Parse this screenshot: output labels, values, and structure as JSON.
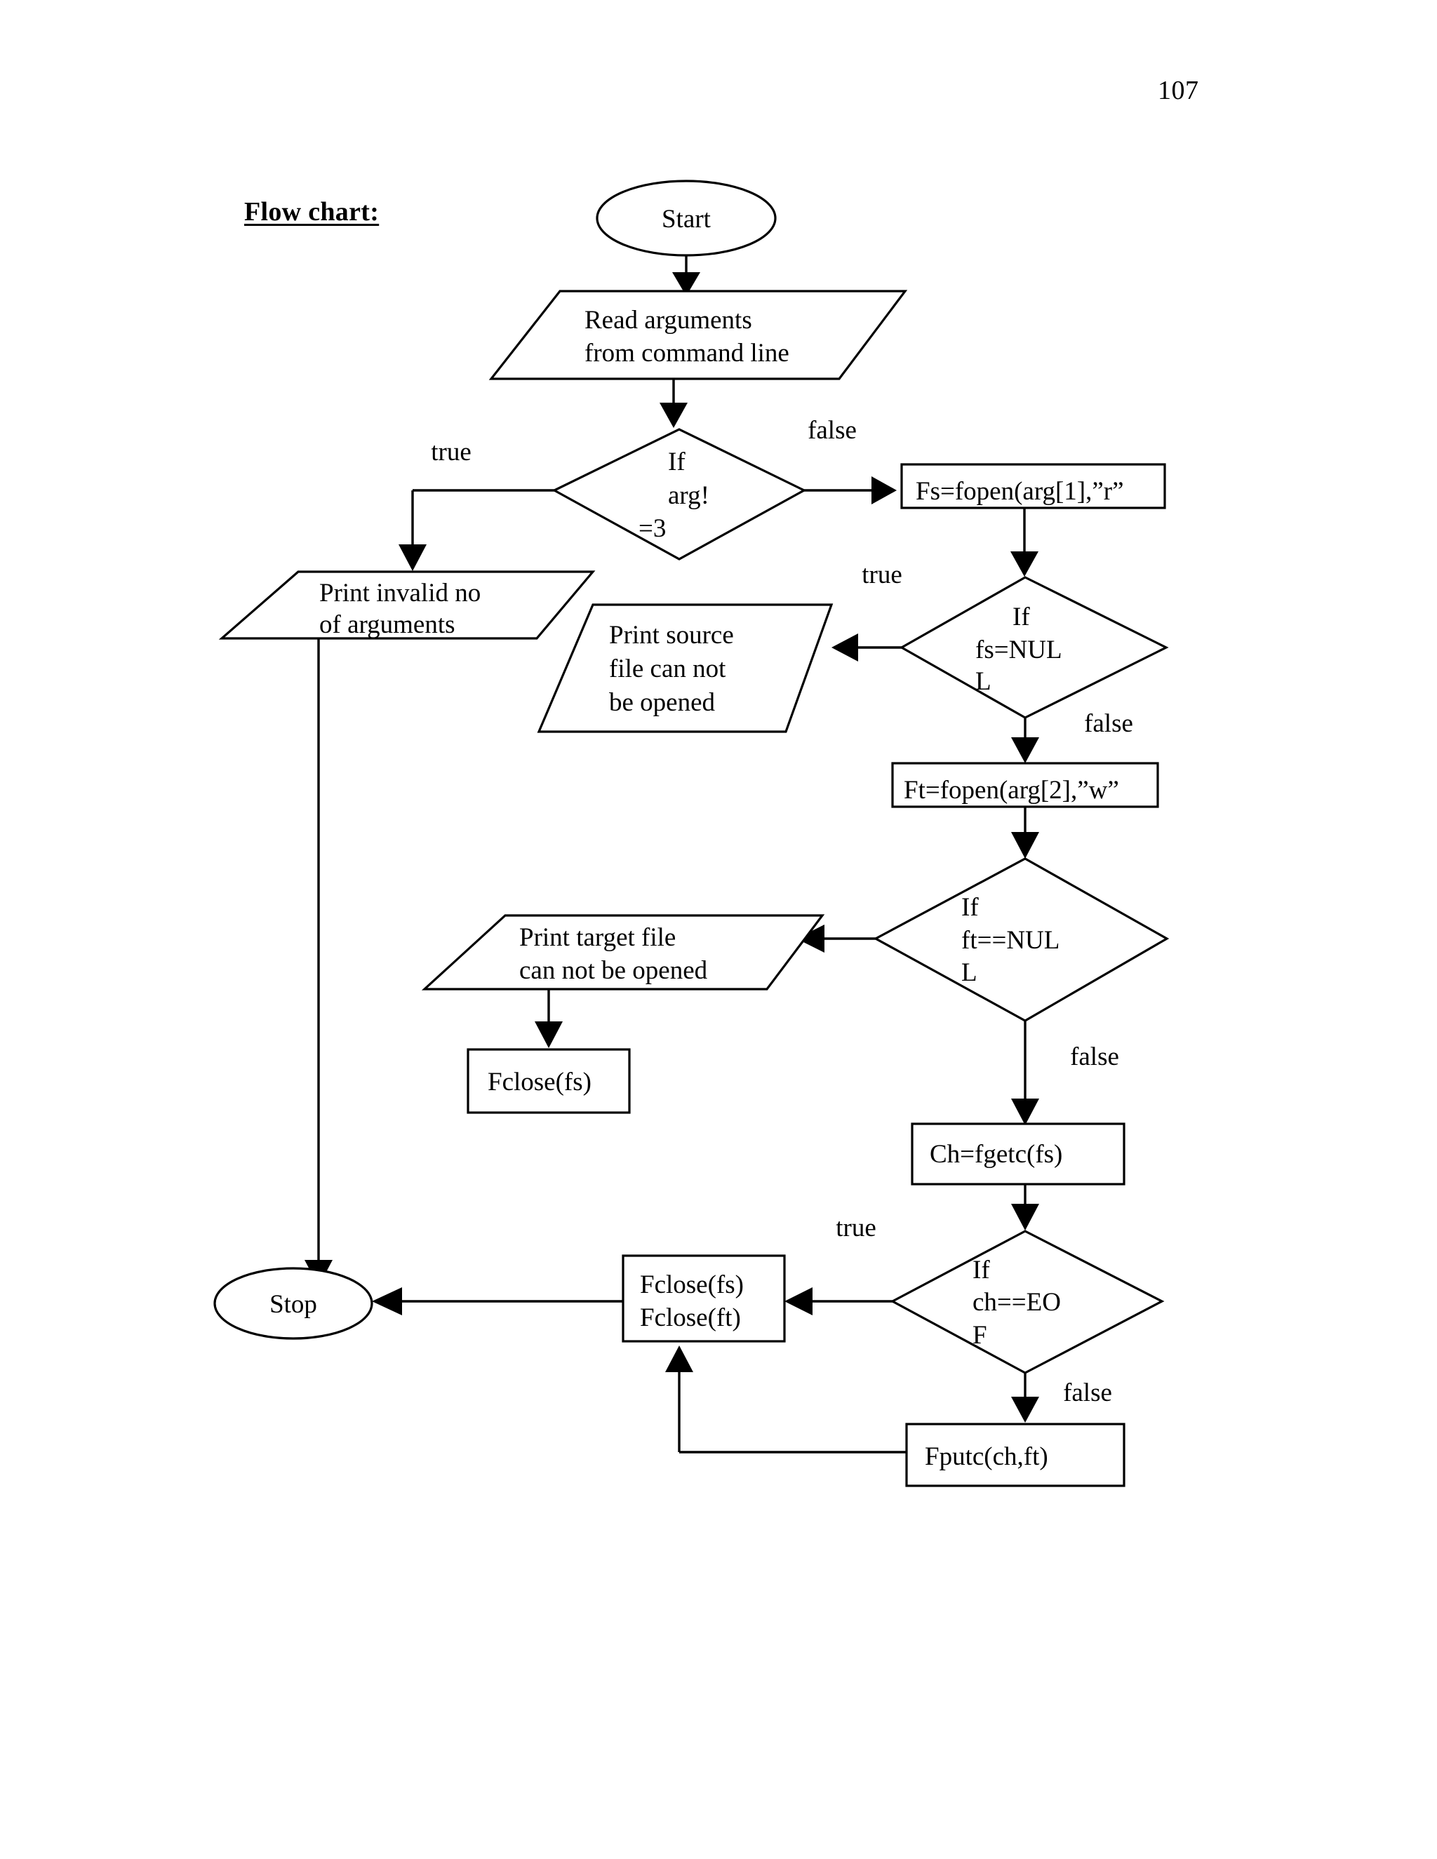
{
  "page": {
    "number": "107",
    "title": "Flow chart:"
  },
  "chart_data": {
    "type": "diagram",
    "diagram_kind": "flowchart",
    "title": "Flow chart:",
    "description": "Flowchart for a C program that copies a source file to a target file using command line arguments",
    "nodes": [
      {
        "id": "start",
        "shape": "oval",
        "lines": [
          "Start"
        ]
      },
      {
        "id": "read-args",
        "shape": "parallelogram",
        "lines": [
          "Read arguments",
          "from command line"
        ]
      },
      {
        "id": "if-argc",
        "shape": "diamond",
        "lines": [
          "If",
          "arg!",
          "=3"
        ]
      },
      {
        "id": "print-invalid",
        "shape": "parallelogram",
        "lines": [
          "Print invalid no",
          "of  arguments"
        ]
      },
      {
        "id": "fopen-source",
        "shape": "rectangle",
        "lines": [
          "Fs=fopen(arg[1],”r”"
        ]
      },
      {
        "id": "if-fs-null",
        "shape": "diamond",
        "lines": [
          "If",
          "fs=NUL",
          "L"
        ]
      },
      {
        "id": "print-src-err",
        "shape": "parallelogram",
        "lines": [
          "Print source",
          "file can not",
          "be opened"
        ]
      },
      {
        "id": "fopen-target",
        "shape": "rectangle",
        "lines": [
          "Ft=fopen(arg[2],”w”"
        ]
      },
      {
        "id": "if-ft-null",
        "shape": "diamond",
        "lines": [
          "If",
          "ft==NUL",
          "L"
        ]
      },
      {
        "id": "print-tgt-err",
        "shape": "parallelogram",
        "lines": [
          "Print target file",
          "can not be opened"
        ]
      },
      {
        "id": "fclose-fs",
        "shape": "rectangle",
        "lines": [
          "Fclose(fs)"
        ]
      },
      {
        "id": "fgetc",
        "shape": "rectangle",
        "lines": [
          "Ch=fgetc(fs)"
        ]
      },
      {
        "id": "if-eof",
        "shape": "diamond",
        "lines": [
          "If",
          "ch==EO",
          "F"
        ]
      },
      {
        "id": "fclose-both",
        "shape": "rectangle",
        "lines": [
          "Fclose(fs)",
          "Fclose(ft)"
        ]
      },
      {
        "id": "fputc",
        "shape": "rectangle",
        "lines": [
          "Fputc(ch,ft)"
        ]
      },
      {
        "id": "stop",
        "shape": "oval",
        "lines": [
          "Stop"
        ]
      }
    ],
    "edges": [
      {
        "from": "start",
        "to": "read-args",
        "label": ""
      },
      {
        "from": "read-args",
        "to": "if-argc",
        "label": ""
      },
      {
        "from": "if-argc",
        "to": "print-invalid",
        "label": "true"
      },
      {
        "from": "if-argc",
        "to": "fopen-source",
        "label": "false"
      },
      {
        "from": "print-invalid",
        "to": "stop",
        "label": ""
      },
      {
        "from": "fopen-source",
        "to": "if-fs-null",
        "label": ""
      },
      {
        "from": "if-fs-null",
        "to": "print-src-err",
        "label": "true"
      },
      {
        "from": "if-fs-null",
        "to": "fopen-target",
        "label": "false"
      },
      {
        "from": "fopen-target",
        "to": "if-ft-null",
        "label": ""
      },
      {
        "from": "if-ft-null",
        "to": "print-tgt-err",
        "label": "true"
      },
      {
        "from": "if-ft-null",
        "to": "fgetc",
        "label": "false"
      },
      {
        "from": "print-tgt-err",
        "to": "fclose-fs",
        "label": ""
      },
      {
        "from": "fgetc",
        "to": "if-eof",
        "label": ""
      },
      {
        "from": "if-eof",
        "to": "fclose-both",
        "label": "true"
      },
      {
        "from": "if-eof",
        "to": "fputc",
        "label": "false"
      },
      {
        "from": "fclose-both",
        "to": "stop",
        "label": ""
      },
      {
        "from": "fputc",
        "to": "fclose-both",
        "label": ""
      }
    ],
    "edge_labels": [
      "true",
      "false",
      "true",
      "false",
      "true",
      "false",
      "true",
      "false"
    ]
  },
  "nodes": {
    "start": {
      "l0": "Start"
    },
    "read_args": {
      "l0": "Read arguments",
      "l1": "from command line"
    },
    "if_argc": {
      "l0": "If",
      "l1": "arg!",
      "l2": "=3"
    },
    "print_invalid": {
      "l0": "Print invalid no",
      "l1": "of  arguments"
    },
    "fopen_source": {
      "l0": "Fs=fopen(arg[1],”r”"
    },
    "if_fs_null": {
      "l0": "If",
      "l1": "fs=NUL",
      "l2": "L"
    },
    "print_src_err": {
      "l0": "Print source",
      "l1": "file can not",
      "l2": "be opened"
    },
    "fopen_target": {
      "l0": "Ft=fopen(arg[2],”w”"
    },
    "if_ft_null": {
      "l0": "If",
      "l1": "ft==NUL",
      "l2": "L"
    },
    "print_tgt_err": {
      "l0": "Print target file",
      "l1": "can not be opened"
    },
    "fclose_fs": {
      "l0": "Fclose(fs)"
    },
    "fgetc": {
      "l0": "Ch=fgetc(fs)"
    },
    "if_eof": {
      "l0": "If",
      "l1": "ch==EO",
      "l2": "F"
    },
    "fclose_both": {
      "l0": "Fclose(fs)",
      "l1": "Fclose(ft)"
    },
    "fputc": {
      "l0": "Fputc(ch,ft)"
    },
    "stop": {
      "l0": "Stop"
    }
  },
  "labels": {
    "argc_true": "true",
    "argc_false": "false",
    "fs_true": "true",
    "fs_false": "false",
    "ft_false": "false",
    "eof_true": "true",
    "eof_false": "false"
  },
  "colors": {
    "ink": "#000000",
    "paper": "#ffffff"
  }
}
